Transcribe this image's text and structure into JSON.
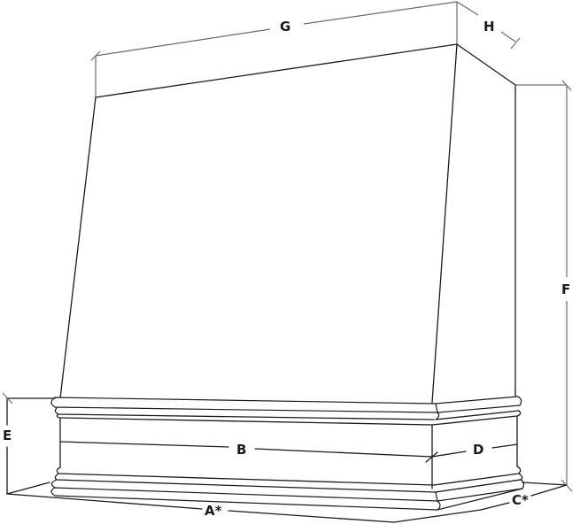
{
  "diagram": {
    "subject": "range hood dimension drawing",
    "labels": {
      "G": "G",
      "H": "H",
      "F": "F",
      "E": "E",
      "B": "B",
      "D": "D",
      "A": "A*",
      "C": "C*"
    },
    "colors": {
      "outline": "#1a1a1a",
      "dimension_line": "#6b6b6b",
      "background": "#ffffff"
    }
  }
}
